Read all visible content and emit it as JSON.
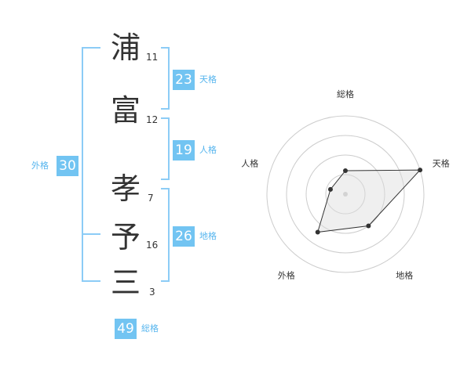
{
  "name_chars": [
    {
      "char": "浦",
      "strokes": "11"
    },
    {
      "char": "富",
      "strokes": "12"
    },
    {
      "char": "孝",
      "strokes": "7"
    },
    {
      "char": "予",
      "strokes": "16"
    },
    {
      "char": "三",
      "strokes": "3"
    }
  ],
  "fortunes": {
    "tenkaku": {
      "value": "23",
      "label": "天格"
    },
    "jinkaku": {
      "value": "19",
      "label": "人格"
    },
    "chikaku": {
      "value": "26",
      "label": "地格"
    },
    "gaikaku": {
      "value": "30",
      "label": "外格"
    },
    "soukaku": {
      "value": "49",
      "label": "総格"
    }
  },
  "colors": {
    "accent": "#72c4f2",
    "bracket": "#8cccf6",
    "label": "#56b5ee",
    "text": "#333333"
  },
  "chart_data": {
    "type": "radar",
    "axes": [
      "総格",
      "天格",
      "地格",
      "外格",
      "人格"
    ],
    "scale_max": 4,
    "rings": 4,
    "series": [
      {
        "values": [
          1.2,
          4.0,
          2.0,
          2.4,
          0.8
        ]
      }
    ]
  }
}
